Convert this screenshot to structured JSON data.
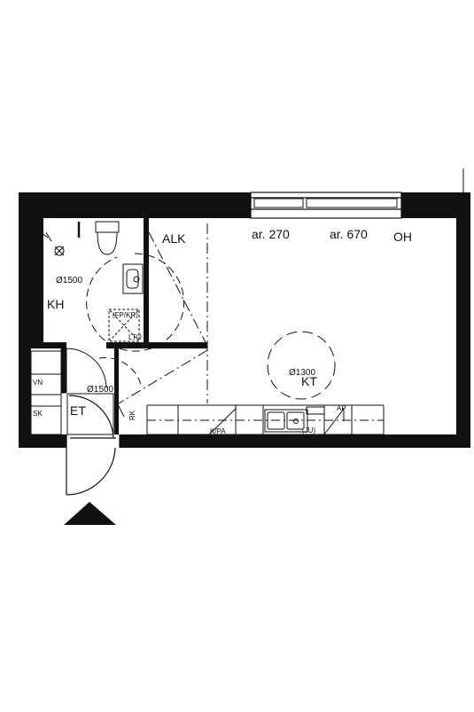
{
  "labels": {
    "alk": "ALK",
    "area_alk": "ar. 270",
    "area_oh": "ar. 670",
    "oh": "OH",
    "kh": "KH",
    "kh_turn": "Ø1500",
    "kt": "KT",
    "kt_turn": "Ø1300",
    "et": "ET",
    "et_turn": "Ø1500",
    "vn": "VN",
    "sk": "SK",
    "rk": "RK",
    "fp_kr": "(FP/KR)",
    "lto": "LTO",
    "kpa": "K/PA",
    "ap": "AP",
    "ju": "(JU)"
  }
}
